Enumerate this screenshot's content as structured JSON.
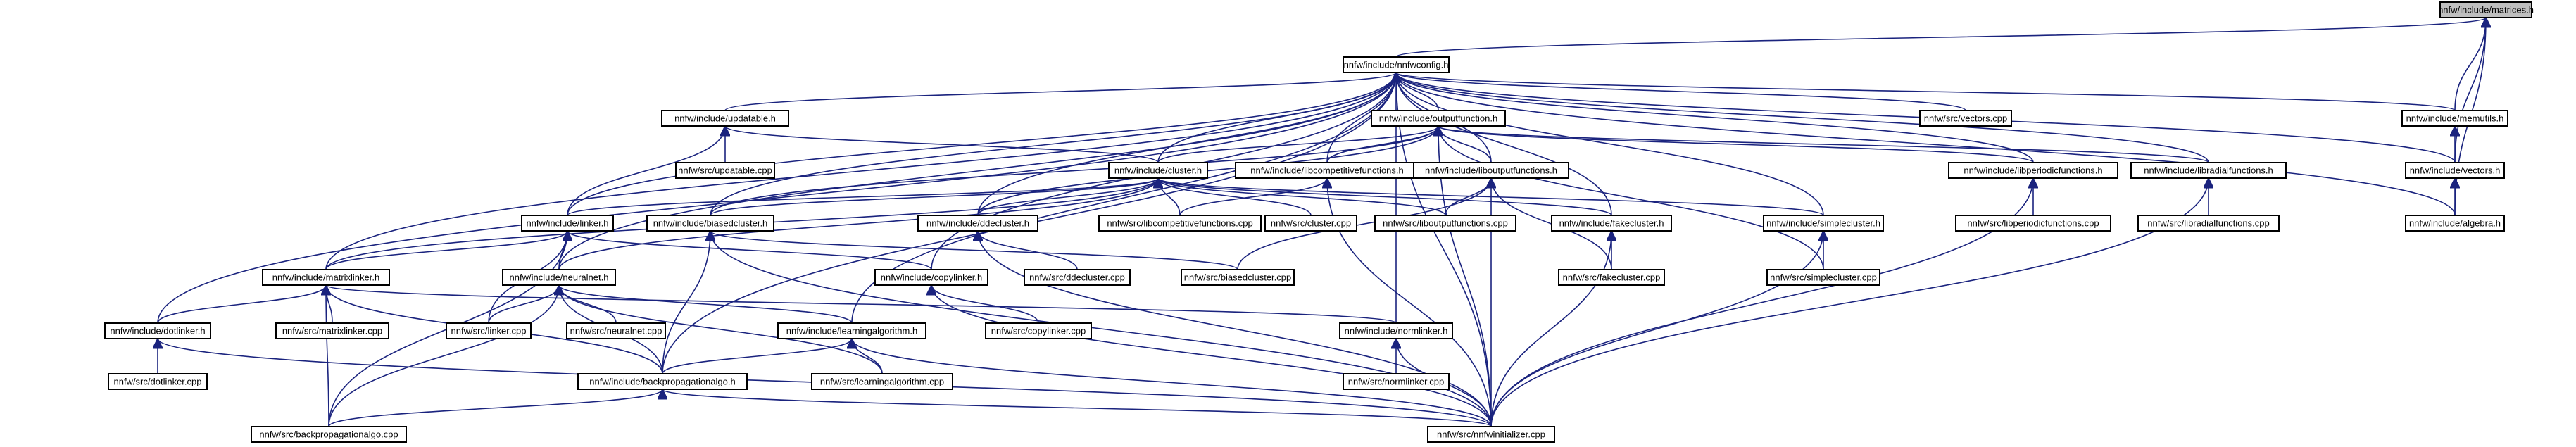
{
  "diagram": {
    "root_color": "#bfbfbf",
    "edge_color": "#1a237e",
    "nodes": {
      "matrices_h": "nnfw/include/matrices.h",
      "nnfwconfig_h": "nnfw/include/nnfwconfig.h",
      "updatable_h": "nnfw/include/updatable.h",
      "outputfunction_h": "nnfw/include/outputfunction.h",
      "vectors_cpp": "nnfw/src/vectors.cpp",
      "memutils_h": "nnfw/include/memutils.h",
      "updatable_cpp": "nnfw/src/updatable.cpp",
      "cluster_h": "nnfw/include/cluster.h",
      "libcompetitivefunctions_h": "nnfw/include/libcompetitivefunctions.h",
      "liboutputfunctions_h": "nnfw/include/liboutputfunctions.h",
      "libperiodicfunctions_h": "nnfw/include/libperiodicfunctions.h",
      "libradialfunctions_h": "nnfw/include/libradialfunctions.h",
      "vectors_h": "nnfw/include/vectors.h",
      "linker_h": "nnfw/include/linker.h",
      "biasedcluster_h": "nnfw/include/biasedcluster.h",
      "ddecluster_h": "nnfw/include/ddecluster.h",
      "libcompetitivefunctions_cpp": "nnfw/src/libcompetitivefunctions.cpp",
      "cluster_cpp": "nnfw/src/cluster.cpp",
      "liboutputfunctions_cpp": "nnfw/src/liboutputfunctions.cpp",
      "fakecluster_h": "nnfw/include/fakecluster.h",
      "simplecluster_h": "nnfw/include/simplecluster.h",
      "libperiodicfunctions_cpp": "nnfw/src/libperiodicfunctions.cpp",
      "libradialfunctions_cpp": "nnfw/src/libradialfunctions.cpp",
      "algebra_h": "nnfw/include/algebra.h",
      "matrixlinker_h": "nnfw/include/matrixlinker.h",
      "neuralnet_h": "nnfw/include/neuralnet.h",
      "copylinker_h": "nnfw/include/copylinker.h",
      "ddecluster_cpp": "nnfw/src/ddecluster.cpp",
      "biasedcluster_cpp": "nnfw/src/biasedcluster.cpp",
      "fakecluster_cpp": "nnfw/src/fakecluster.cpp",
      "simplecluster_cpp": "nnfw/src/simplecluster.cpp",
      "dotlinker_h": "nnfw/include/dotlinker.h",
      "matrixlinker_cpp": "nnfw/src/matrixlinker.cpp",
      "linker_cpp": "nnfw/src/linker.cpp",
      "neuralnet_cpp": "nnfw/src/neuralnet.cpp",
      "learningalgorithm_h": "nnfw/include/learningalgorithm.h",
      "copylinker_cpp": "nnfw/src/copylinker.cpp",
      "normlinker_h": "nnfw/include/normlinker.h",
      "dotlinker_cpp": "nnfw/src/dotlinker.cpp",
      "backpropagationalgo_h": "nnfw/include/backpropagationalgo.h",
      "learningalgorithm_cpp": "nnfw/src/learningalgorithm.cpp",
      "normlinker_cpp": "nnfw/src/normlinker.cpp",
      "backpropagationalgo_cpp": "nnfw/src/backpropagationalgo.cpp",
      "nnfwinitializer_cpp": "nnfw/src/nnfwinitializer.cpp"
    },
    "edges": [
      [
        "matrices_h",
        "nnfwconfig_h"
      ],
      [
        "matrices_h",
        "memutils_h"
      ],
      [
        "matrices_h",
        "vectors_h"
      ],
      [
        "matrices_h",
        "algebra_h"
      ],
      [
        "memutils_h",
        "vectors_h"
      ],
      [
        "vectors_h",
        "algebra_h"
      ],
      [
        "nnfwconfig_h",
        "updatable_h"
      ],
      [
        "nnfwconfig_h",
        "outputfunction_h"
      ],
      [
        "nnfwconfig_h",
        "vectors_cpp"
      ],
      [
        "nnfwconfig_h",
        "memutils_h"
      ],
      [
        "nnfwconfig_h",
        "vectors_h"
      ],
      [
        "nnfwconfig_h",
        "algebra_h"
      ],
      [
        "nnfwconfig_h",
        "cluster_h"
      ],
      [
        "nnfwconfig_h",
        "libcompetitivefunctions_h"
      ],
      [
        "nnfwconfig_h",
        "liboutputfunctions_h"
      ],
      [
        "nnfwconfig_h",
        "libperiodicfunctions_h"
      ],
      [
        "nnfwconfig_h",
        "libradialfunctions_h"
      ],
      [
        "nnfwconfig_h",
        "linker_h"
      ],
      [
        "nnfwconfig_h",
        "biasedcluster_h"
      ],
      [
        "nnfwconfig_h",
        "ddecluster_h"
      ],
      [
        "nnfwconfig_h",
        "fakecluster_h"
      ],
      [
        "nnfwconfig_h",
        "simplecluster_h"
      ],
      [
        "nnfwconfig_h",
        "matrixlinker_h"
      ],
      [
        "nnfwconfig_h",
        "neuralnet_h"
      ],
      [
        "nnfwconfig_h",
        "copylinker_h"
      ],
      [
        "nnfwconfig_h",
        "dotlinker_h"
      ],
      [
        "nnfwconfig_h",
        "learningalgorithm_h"
      ],
      [
        "nnfwconfig_h",
        "normlinker_h"
      ],
      [
        "nnfwconfig_h",
        "backpropagationalgo_h"
      ],
      [
        "nnfwconfig_h",
        "nnfwinitializer_cpp"
      ],
      [
        "updatable_h",
        "updatable_cpp"
      ],
      [
        "updatable_h",
        "cluster_h"
      ],
      [
        "updatable_h",
        "linker_h"
      ],
      [
        "outputfunction_h",
        "cluster_h"
      ],
      [
        "outputfunction_h",
        "libcompetitivefunctions_h"
      ],
      [
        "outputfunction_h",
        "liboutputfunctions_h"
      ],
      [
        "outputfunction_h",
        "libperiodicfunctions_h"
      ],
      [
        "outputfunction_h",
        "libradialfunctions_h"
      ],
      [
        "outputfunction_h",
        "biasedcluster_h"
      ],
      [
        "outputfunction_h",
        "ddecluster_h"
      ],
      [
        "outputfunction_h",
        "simplecluster_cpp"
      ],
      [
        "outputfunction_h",
        "nnfwinitializer_cpp"
      ],
      [
        "cluster_h",
        "linker_h"
      ],
      [
        "cluster_h",
        "biasedcluster_h"
      ],
      [
        "cluster_h",
        "ddecluster_h"
      ],
      [
        "cluster_h",
        "cluster_cpp"
      ],
      [
        "cluster_h",
        "fakecluster_h"
      ],
      [
        "cluster_h",
        "simplecluster_h"
      ],
      [
        "cluster_h",
        "matrixlinker_h"
      ],
      [
        "cluster_h",
        "neuralnet_h"
      ],
      [
        "cluster_h",
        "libcompetitivefunctions_cpp"
      ],
      [
        "cluster_h",
        "liboutputfunctions_cpp"
      ],
      [
        "libcompetitivefunctions_h",
        "libcompetitivefunctions_cpp"
      ],
      [
        "libcompetitivefunctions_h",
        "nnfwinitializer_cpp"
      ],
      [
        "liboutputfunctions_h",
        "liboutputfunctions_cpp"
      ],
      [
        "liboutputfunctions_h",
        "fakecluster_cpp"
      ],
      [
        "liboutputfunctions_h",
        "biasedcluster_cpp"
      ],
      [
        "liboutputfunctions_h",
        "nnfwinitializer_cpp"
      ],
      [
        "libperiodicfunctions_h",
        "libperiodicfunctions_cpp"
      ],
      [
        "libperiodicfunctions_h",
        "nnfwinitializer_cpp"
      ],
      [
        "libradialfunctions_h",
        "libradialfunctions_cpp"
      ],
      [
        "libradialfunctions_h",
        "nnfwinitializer_cpp"
      ],
      [
        "linker_h",
        "matrixlinker_h"
      ],
      [
        "linker_h",
        "neuralnet_h"
      ],
      [
        "linker_h",
        "copylinker_h"
      ],
      [
        "linker_h",
        "linker_cpp"
      ],
      [
        "linker_h",
        "backpropagationalgo_cpp"
      ],
      [
        "biasedcluster_h",
        "biasedcluster_cpp"
      ],
      [
        "biasedcluster_h",
        "backpropagationalgo_h"
      ],
      [
        "biasedcluster_h",
        "nnfwinitializer_cpp"
      ],
      [
        "ddecluster_h",
        "ddecluster_cpp"
      ],
      [
        "ddecluster_h",
        "nnfwinitializer_cpp"
      ],
      [
        "fakecluster_h",
        "fakecluster_cpp"
      ],
      [
        "fakecluster_h",
        "nnfwinitializer_cpp"
      ],
      [
        "simplecluster_h",
        "simplecluster_cpp"
      ],
      [
        "simplecluster_h",
        "nnfwinitializer_cpp"
      ],
      [
        "matrixlinker_h",
        "dotlinker_h"
      ],
      [
        "matrixlinker_h",
        "matrixlinker_cpp"
      ],
      [
        "matrixlinker_h",
        "normlinker_h"
      ],
      [
        "matrixlinker_h",
        "backpropagationalgo_h"
      ],
      [
        "matrixlinker_h",
        "backpropagationalgo_cpp"
      ],
      [
        "neuralnet_h",
        "linker_cpp"
      ],
      [
        "neuralnet_h",
        "neuralnet_cpp"
      ],
      [
        "neuralnet_h",
        "learningalgorithm_h"
      ],
      [
        "neuralnet_h",
        "learningalgorithm_cpp"
      ],
      [
        "neuralnet_h",
        "backpropagationalgo_h"
      ],
      [
        "neuralnet_h",
        "backpropagationalgo_cpp"
      ],
      [
        "copylinker_h",
        "copylinker_cpp"
      ],
      [
        "copylinker_h",
        "nnfwinitializer_cpp"
      ],
      [
        "dotlinker_h",
        "dotlinker_cpp"
      ],
      [
        "dotlinker_h",
        "nnfwinitializer_cpp"
      ],
      [
        "learningalgorithm_h",
        "learningalgorithm_cpp"
      ],
      [
        "learningalgorithm_h",
        "backpropagationalgo_h"
      ],
      [
        "learningalgorithm_h",
        "nnfwinitializer_cpp"
      ],
      [
        "normlinker_h",
        "normlinker_cpp"
      ],
      [
        "normlinker_h",
        "nnfwinitializer_cpp"
      ],
      [
        "backpropagationalgo_h",
        "backpropagationalgo_cpp"
      ],
      [
        "backpropagationalgo_h",
        "nnfwinitializer_cpp"
      ]
    ]
  }
}
